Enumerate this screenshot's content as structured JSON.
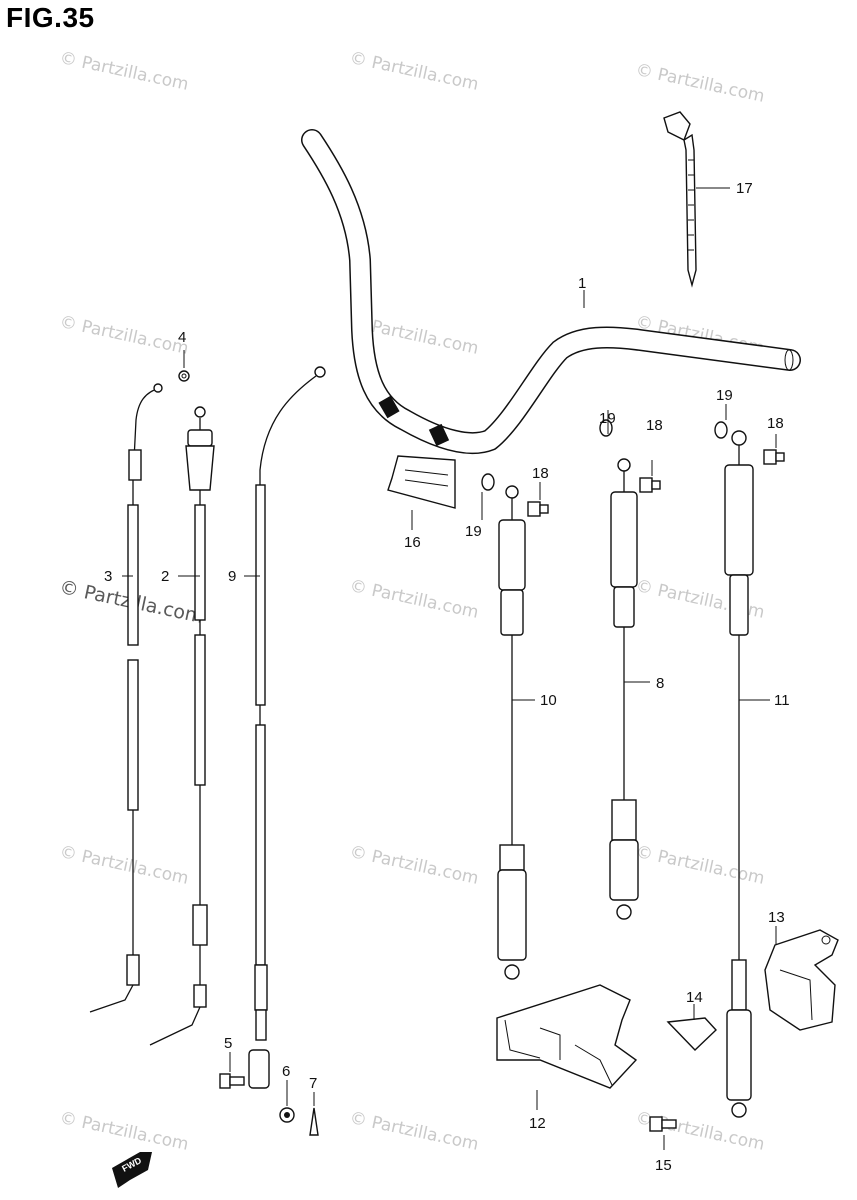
{
  "figure": {
    "title": "FIG.35"
  },
  "watermark": {
    "text": "© Partzilla.com"
  },
  "callouts": [
    {
      "num": "1"
    },
    {
      "num": "2"
    },
    {
      "num": "3"
    },
    {
      "num": "4"
    },
    {
      "num": "5"
    },
    {
      "num": "6"
    },
    {
      "num": "7"
    },
    {
      "num": "8"
    },
    {
      "num": "9"
    },
    {
      "num": "10"
    },
    {
      "num": "11"
    },
    {
      "num": "12"
    },
    {
      "num": "13"
    },
    {
      "num": "14"
    },
    {
      "num": "15"
    },
    {
      "num": "16"
    },
    {
      "num": "17"
    },
    {
      "num": "18"
    },
    {
      "num": "18"
    },
    {
      "num": "18"
    },
    {
      "num": "19"
    },
    {
      "num": "19"
    },
    {
      "num": "19"
    }
  ],
  "front_arrow": {
    "label": "FWD"
  }
}
